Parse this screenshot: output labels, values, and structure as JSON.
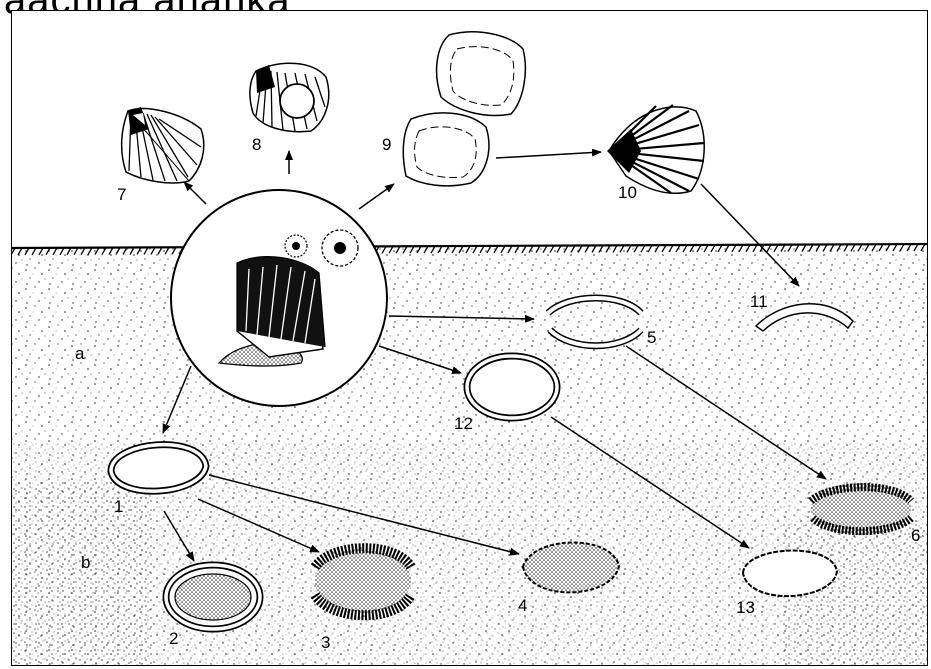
{
  "title": "aacnna ananka",
  "zones": {
    "upper": "a",
    "lower": "b"
  },
  "labels": {
    "n1": "1",
    "n2": "2",
    "n3": "3",
    "n4": "4",
    "n5": "5",
    "n6": "6",
    "n7": "7",
    "n8": "8",
    "n9": "9",
    "n10": "10",
    "n11": "11",
    "n12": "12",
    "n13": "13"
  },
  "colors": {
    "ink": "#000000",
    "paper": "#ffffff",
    "sediment": "#111111"
  }
}
